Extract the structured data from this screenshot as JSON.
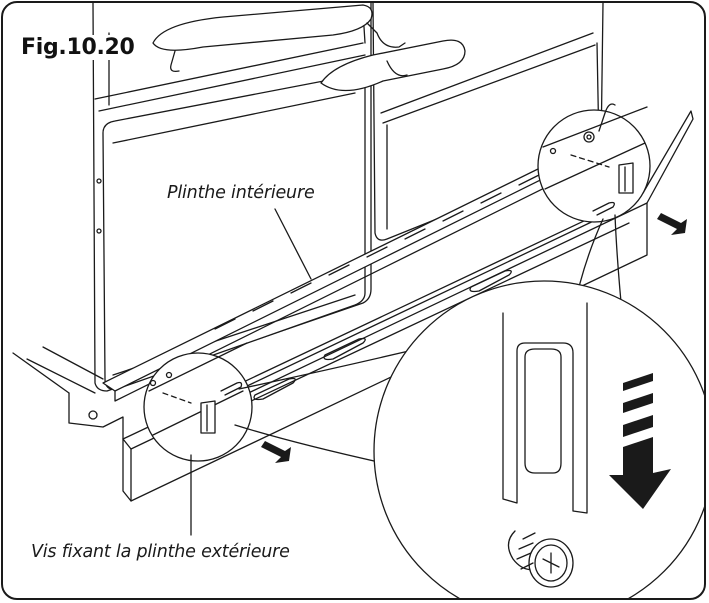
{
  "figure": {
    "label": "Fig.10.20",
    "callouts": {
      "inner_plinth": "Plinthe intérieure",
      "screw": "Vis fixant la plinthe extérieure"
    }
  },
  "colors": {
    "line": "#1a1a1a",
    "fill": "#ffffff"
  },
  "icons": [
    "insertion-arrow-icon",
    "down-arrow-icon",
    "screw-icon"
  ]
}
